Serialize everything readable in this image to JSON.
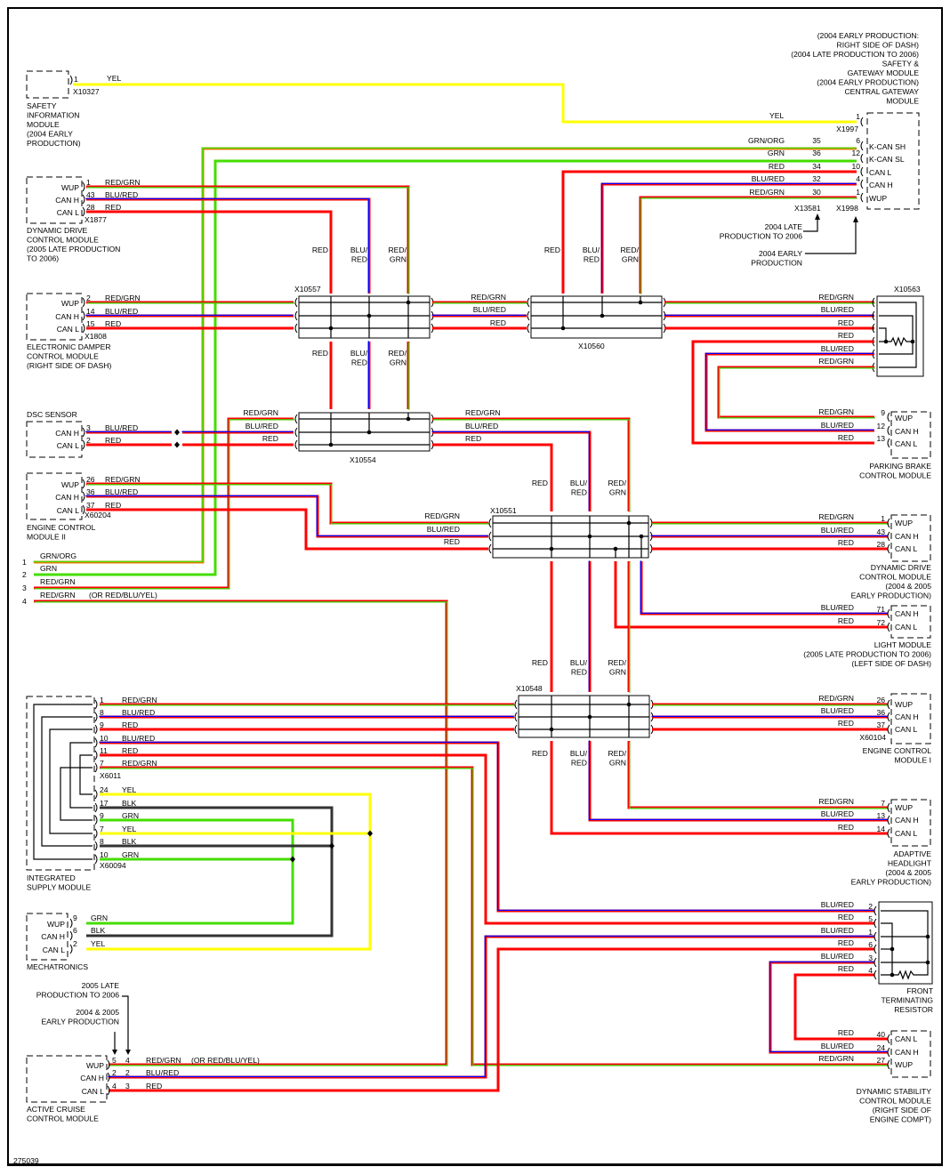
{
  "diagram_id": "275039",
  "colors": {
    "RED": "#ff0000",
    "BLU": "#0000ff",
    "GRN": "#44dd00",
    "YEL": "#ffff00",
    "BLK": "#333333",
    "ORG": "#e08000",
    "RG_green": "#44cc00"
  },
  "modules": [
    {
      "id": "safety_info",
      "title": [
        "SAFETY",
        "INFORMATION",
        "MODULE",
        "(2004 EARLY",
        "PRODUCTION)"
      ],
      "connector": "X10327",
      "pins": [
        {
          "pin": "1",
          "label": "",
          "wire": "YEL"
        }
      ]
    },
    {
      "id": "gateway",
      "title": [
        "(2004 EARLY PRODUCTION:",
        "RIGHT SIDE OF DASH)",
        "(2004 LATE PRODUCTION TO 2006)",
        "SAFETY &",
        "GATEWAY MODULE",
        "(2004 EARLY PRODUCTION)",
        "CENTRAL GATEWAY",
        "MODULE"
      ],
      "connectors": [
        "X1997",
        "X13581",
        "X1998"
      ],
      "pins": [
        {
          "pin": "1",
          "alt": "",
          "label": "",
          "wire": "YEL"
        },
        {
          "pin": "6",
          "alt": "35",
          "label": "K-CAN SH",
          "wire": "GRN/ORG"
        },
        {
          "pin": "12",
          "alt": "36",
          "label": "K-CAN SL",
          "wire": "GRN"
        },
        {
          "pin": "10",
          "alt": "34",
          "label": "CAN L",
          "wire": "RED"
        },
        {
          "pin": "4",
          "alt": "32",
          "label": "CAN H",
          "wire": "BLU/RED"
        },
        {
          "pin": "1",
          "alt": "30",
          "label": "WUP",
          "wire": "RED/GRN"
        }
      ],
      "notes": [
        {
          "text": [
            "2004 LATE",
            "PRODUCTION TO 2006"
          ]
        },
        {
          "text": [
            "2004 EARLY",
            "PRODUCTION"
          ]
        }
      ]
    },
    {
      "id": "ddcm_late",
      "title": [
        "DYNAMIC DRIVE",
        "CONTROL MODULE",
        "(2005 LATE PRODUCTION",
        "TO 2006)"
      ],
      "connector": "X1877",
      "pins": [
        {
          "pin": "1",
          "label": "WUP",
          "wire": "RED/GRN"
        },
        {
          "pin": "43",
          "label": "CAN H",
          "wire": "BLU/RED"
        },
        {
          "pin": "28",
          "label": "CAN L",
          "wire": "RED"
        }
      ]
    },
    {
      "id": "edc",
      "title": [
        "ELECTRONIC DAMPER",
        "CONTROL MODULE",
        "(RIGHT SIDE OF DASH)"
      ],
      "connector": "X1808",
      "pins": [
        {
          "pin": "2",
          "label": "WUP",
          "wire": "RED/GRN"
        },
        {
          "pin": "14",
          "label": "CAN H",
          "wire": "BLU/RED"
        },
        {
          "pin": "15",
          "label": "CAN L",
          "wire": "RED"
        }
      ]
    },
    {
      "id": "dsc_sensor",
      "title": [
        "DSC SENSOR"
      ],
      "connector": "",
      "pins": [
        {
          "pin": "3",
          "label": "CAN H",
          "wire": "BLU/RED"
        },
        {
          "pin": "2",
          "label": "CAN L",
          "wire": "RED"
        }
      ]
    },
    {
      "id": "ecm2",
      "title": [
        "ENGINE CONTROL",
        "MODULE II"
      ],
      "connector": "X60204",
      "pins": [
        {
          "pin": "26",
          "label": "WUP",
          "wire": "RED/GRN"
        },
        {
          "pin": "36",
          "label": "CAN H",
          "wire": "BLU/RED"
        },
        {
          "pin": "37",
          "label": "CAN L",
          "wire": "RED"
        }
      ]
    },
    {
      "id": "parking_brake",
      "title": [
        "PARKING BRAKE",
        "CONTROL MODULE"
      ],
      "pins": [
        {
          "pin": "9",
          "label": "WUP",
          "wire": "RED/GRN"
        },
        {
          "pin": "12",
          "label": "CAN H",
          "wire": "BLU/RED"
        },
        {
          "pin": "13",
          "label": "CAN L",
          "wire": "RED"
        }
      ]
    },
    {
      "id": "ddcm_early",
      "title": [
        "DYNAMIC DRIVE",
        "CONTROL MODULE",
        "(2004 & 2005",
        "EARLY PRODUCTION)"
      ],
      "pins": [
        {
          "pin": "1",
          "label": "WUP",
          "wire": "RED/GRN"
        },
        {
          "pin": "43",
          "label": "CAN H",
          "wire": "BLU/RED"
        },
        {
          "pin": "28",
          "label": "CAN L",
          "wire": "RED"
        }
      ]
    },
    {
      "id": "light",
      "title": [
        "LIGHT MODULE",
        "(2005 LATE PRODUCTION TO 2006)",
        "(LEFT SIDE OF DASH)"
      ],
      "pins": [
        {
          "pin": "71",
          "label": "CAN H",
          "wire": "BLU/RED"
        },
        {
          "pin": "72",
          "label": "CAN L",
          "wire": "RED"
        }
      ]
    },
    {
      "id": "ecm1",
      "title": [
        "ENGINE CONTROL",
        "MODULE I"
      ],
      "connector": "X60104",
      "pins": [
        {
          "pin": "26",
          "label": "WUP",
          "wire": "RED/GRN"
        },
        {
          "pin": "36",
          "label": "CAN H",
          "wire": "BLU/RED"
        },
        {
          "pin": "37",
          "label": "CAN L",
          "wire": "RED"
        }
      ]
    },
    {
      "id": "headlight",
      "title": [
        "ADAPTIVE",
        "HEADLIGHT",
        "(2004 & 2005",
        "EARLY PRODUCTION)"
      ],
      "pins": [
        {
          "pin": "7",
          "label": "WUP",
          "wire": "RED/GRN"
        },
        {
          "pin": "13",
          "label": "CAN H",
          "wire": "BLU/RED"
        },
        {
          "pin": "14",
          "label": "CAN L",
          "wire": "RED"
        }
      ]
    },
    {
      "id": "ism",
      "title": [
        "INTEGRATED",
        "SUPPLY MODULE"
      ],
      "connectors": [
        "X6011",
        "X60094"
      ],
      "pins": [
        {
          "pin": "1",
          "wire": "RED/GRN"
        },
        {
          "pin": "8",
          "wire": "BLU/RED"
        },
        {
          "pin": "9",
          "wire": "RED"
        },
        {
          "pin": "10",
          "wire": "BLU/RED"
        },
        {
          "pin": "11",
          "wire": "RED"
        },
        {
          "pin": "7",
          "wire": "RED/GRN"
        },
        {
          "pin": "24",
          "wire": "YEL"
        },
        {
          "pin": "17",
          "wire": "BLK"
        },
        {
          "pin": "9",
          "wire": "GRN"
        },
        {
          "pin": "7",
          "wire": "YEL"
        },
        {
          "pin": "8",
          "wire": "BLK"
        },
        {
          "pin": "10",
          "wire": "GRN"
        }
      ]
    },
    {
      "id": "mechatronics",
      "title": [
        "MECHATRONICS"
      ],
      "pins": [
        {
          "pin": "9",
          "label": "WUP",
          "wire": "GRN"
        },
        {
          "pin": "6",
          "label": "CAN H",
          "wire": "BLK"
        },
        {
          "pin": "2",
          "label": "CAN L",
          "wire": "YEL"
        }
      ]
    },
    {
      "id": "front_resistor",
      "title": [
        "FRONT",
        "TERMINATING",
        "RESISTOR"
      ],
      "pins": [
        {
          "pin": "2",
          "wire": "BLU/RED"
        },
        {
          "pin": "5",
          "wire": "RED"
        },
        {
          "pin": "1",
          "wire": "BLU/RED"
        },
        {
          "pin": "6",
          "wire": "RED"
        },
        {
          "pin": "3",
          "wire": "BLU/RED"
        },
        {
          "pin": "4",
          "wire": "RED"
        }
      ]
    },
    {
      "id": "dsc_module",
      "title": [
        "DYNAMIC STABILITY",
        "CONTROL MODULE",
        "(RIGHT SIDE OF",
        "ENGINE COMPT)"
      ],
      "pins": [
        {
          "pin": "40",
          "label": "CAN L",
          "wire": "RED"
        },
        {
          "pin": "24",
          "label": "CAN H",
          "wire": "BLU/RED"
        },
        {
          "pin": "27",
          "label": "WUP",
          "wire": "RED/GRN"
        }
      ]
    },
    {
      "id": "acc",
      "title": [
        "ACTIVE CRUISE",
        "CONTROL MODULE"
      ],
      "notes": [
        [
          "2005 LATE",
          "PRODUCTION TO 2006"
        ],
        [
          "2004 & 2005",
          "EARLY PRODUCTION"
        ]
      ],
      "pins": [
        {
          "pin": "5",
          "alt": "4",
          "label": "WUP",
          "wire": "RED/GRN",
          "note": "(OR RED/BLU/YEL)"
        },
        {
          "pin": "2",
          "alt": "2",
          "label": "CAN H",
          "wire": "BLU/RED"
        },
        {
          "pin": "4",
          "alt": "3",
          "label": "CAN L",
          "wire": "RED"
        }
      ]
    }
  ],
  "splices": [
    "X10557",
    "X10560",
    "X10563",
    "X10554",
    "X10551",
    "X10548"
  ],
  "loose_wires": [
    {
      "num": "1",
      "wire": "GRN/ORG",
      "note": ""
    },
    {
      "num": "2",
      "wire": "GRN",
      "note": ""
    },
    {
      "num": "3",
      "wire": "RED/GRN",
      "note": ""
    },
    {
      "num": "4",
      "wire": "RED/GRN",
      "note": "(OR RED/BLU/YEL)"
    }
  ]
}
